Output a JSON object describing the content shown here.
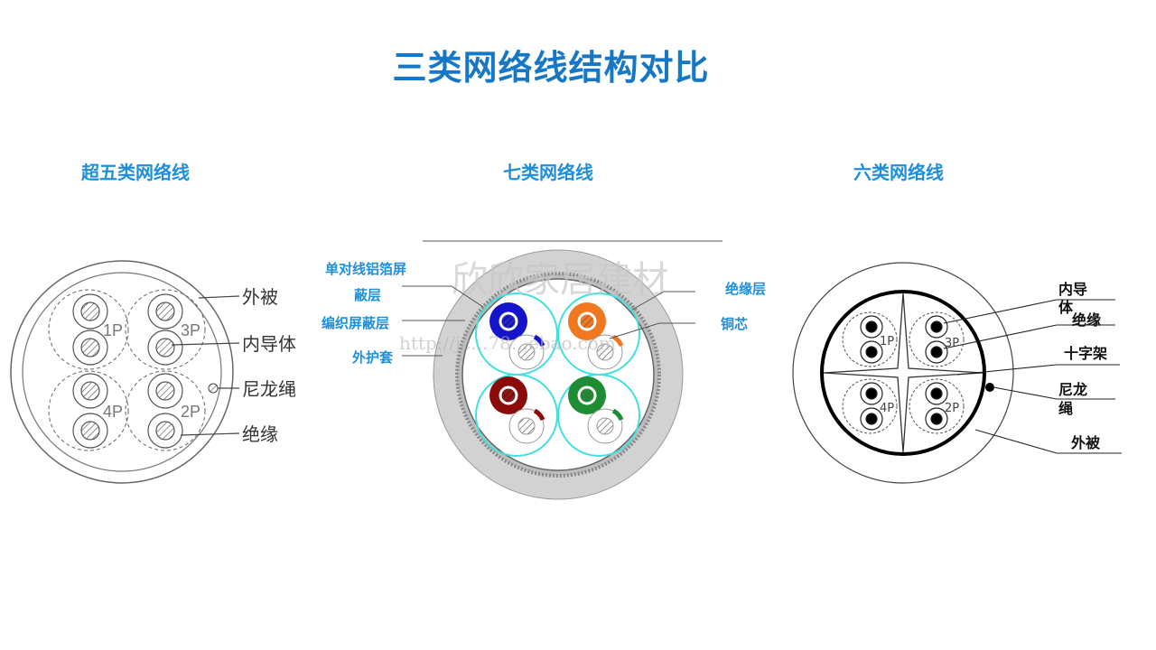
{
  "page_title": "三类网络线结构对比",
  "cat5e": {
    "heading": "超五类网络线",
    "labels": {
      "jacket": "外被",
      "conductor": "内导体",
      "nylon": "尼龙绳",
      "insulation": "绝缘"
    },
    "pairs": [
      "1P",
      "3P",
      "4P",
      "2P"
    ]
  },
  "cat7": {
    "heading": "七类网络线",
    "labels": {
      "foil_line1": "单对线铝箔屏",
      "foil_line2": "蔽层",
      "braid": "编织屏蔽层",
      "outer": "外护套",
      "insulation_layer": "绝缘层",
      "copper": "铜芯"
    },
    "pair_colors": [
      "#1414c8",
      "#f07820",
      "#8b0a0a",
      "#1e8c32"
    ],
    "watermark": "欣欣家居建材",
    "watermark_url": "http://jc...78...ebao.com"
  },
  "cat6": {
    "heading": "六类网络线",
    "labels": {
      "conductor_line1": "内导",
      "conductor_line2": "体",
      "insulation": "绝缘",
      "cross": "十字架",
      "nylon_line1": "尼龙",
      "nylon_line2": "绳",
      "jacket": "外被"
    },
    "pairs": [
      "1P",
      "3P",
      "4P",
      "2P"
    ]
  }
}
